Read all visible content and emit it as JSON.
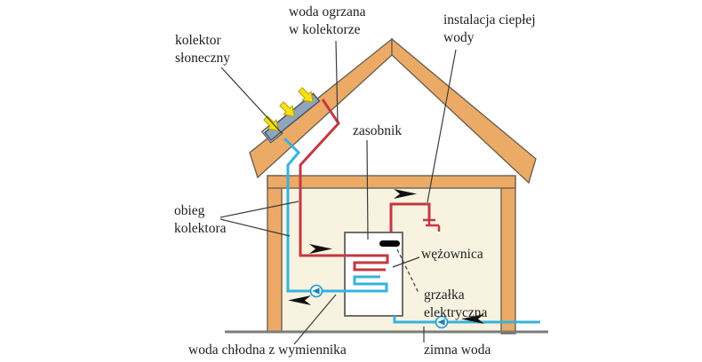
{
  "diagram_title": "solar water heating system in a house",
  "labels": {
    "collector": "kolektor\nsłoneczny",
    "heated_water": "woda ogrzana\nw kolektorze",
    "hot_water_installation": "instalacja ciepłej\nwody",
    "tank": "zasobnik",
    "collector_circuit": "obieg\nkolektora",
    "coil": "wężownica",
    "electric_heater": "grzałka\nelektryczna",
    "cold_water_from_exchanger": "woda chłodna z wymiennika",
    "cold_water": "zimna woda"
  },
  "icons": [
    "sun-ray-arrow-icon",
    "pump-icon",
    "faucet-icon",
    "flow-arrow-icon"
  ],
  "colors": {
    "hot": "#c23a41",
    "cold": "#36b3dd",
    "beam": "#ecaa67",
    "beam_outline": "#6b6152",
    "interior": "#f8f3e1",
    "collector": "#91a4ba",
    "collector_outline": "#47536b",
    "collector_cap": "#ccd2da",
    "ray": "#f8e112",
    "ray_outline": "#b99f00",
    "ground": "#7c7c7c",
    "tank_fill": "#ffffff",
    "tank_outline": "#6f6f6f",
    "heater": "#000000",
    "line": "#3c3c3c",
    "text": "#1f1f1f"
  }
}
